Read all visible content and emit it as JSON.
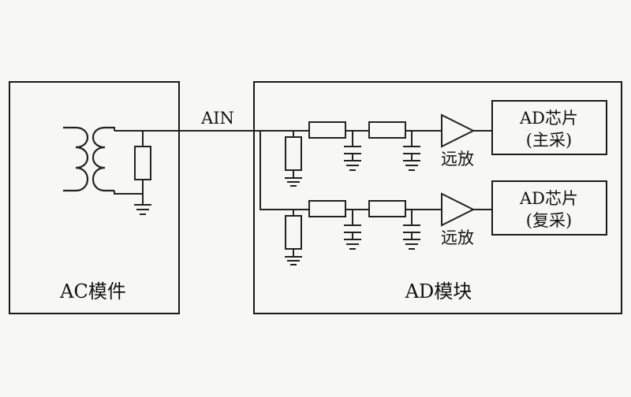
{
  "ac_module": {
    "label": "AC模件"
  },
  "ad_module": {
    "label": "AD模块"
  },
  "signal": {
    "label": "AIN"
  },
  "channels": [
    {
      "amplifier_label": "远放",
      "chip_line1": "AD芯片",
      "chip_line2": "(主采)"
    },
    {
      "amplifier_label": "远放",
      "chip_line1": "AD芯片",
      "chip_line2": "(复采)"
    }
  ]
}
